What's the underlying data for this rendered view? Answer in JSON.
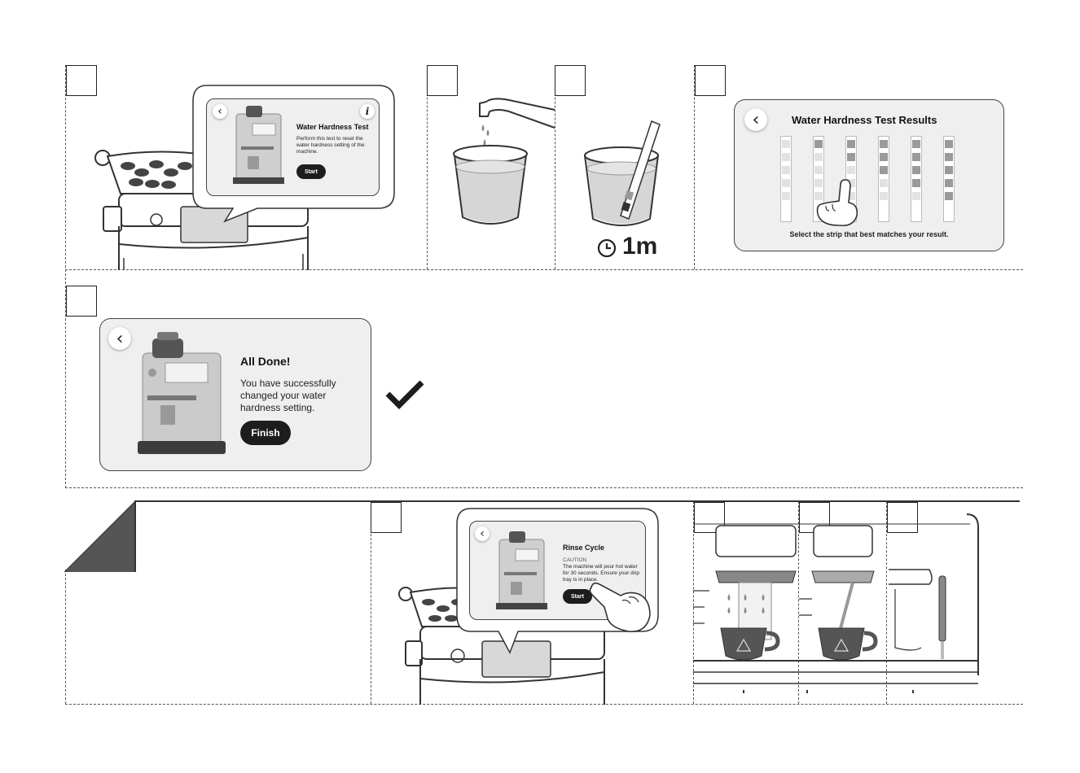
{
  "step1_screen": {
    "title": "Water Hardness Test",
    "body": "Perform this test to reset the water hardness setting of the machine.",
    "start_label": "Start",
    "info_glyph": "i",
    "back_glyph": "‹"
  },
  "step3_timer": {
    "value": "1m",
    "icon": "clock-icon"
  },
  "results_screen": {
    "title": "Water Hardness Test Results",
    "caption": "Select the strip that best matches your result.",
    "back_glyph": "‹",
    "strip_levels": [
      0,
      1,
      2,
      3,
      4,
      5
    ]
  },
  "done_screen": {
    "title": "All Done!",
    "body": "You have successfully changed your water hardness setting.",
    "finish_label": "Finish",
    "back_glyph": "‹",
    "check_icon": "checkmark-icon"
  },
  "rinse_screen": {
    "title": "Rinse Cycle",
    "caution": "CAUTION",
    "body": "The machine will pour hot water for 30 seconds. Ensure your drip tray is in place.",
    "start_label": "Start",
    "back_glyph": "‹"
  },
  "colors": {
    "dark": "#1d1d1d",
    "panel": "#efefef",
    "corner": "#555555",
    "cup": "#555555"
  }
}
